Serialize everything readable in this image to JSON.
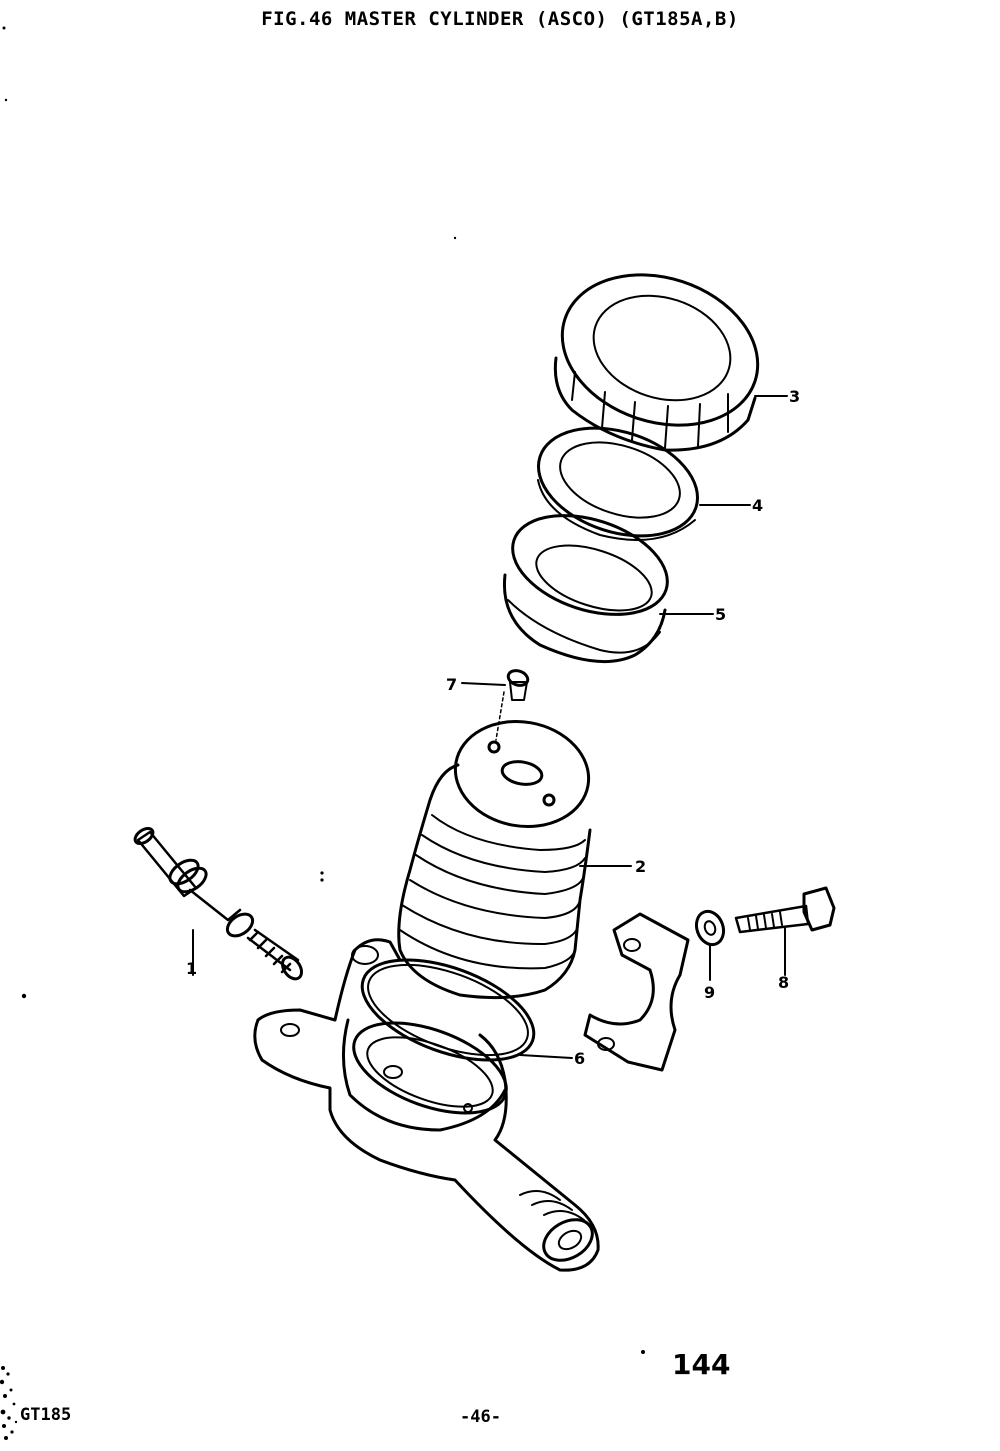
{
  "header": {
    "title": "FIG.46  MASTER CYLINDER (ASCO) (GT185A,B)"
  },
  "callouts": [
    {
      "id": "1",
      "label": "1"
    },
    {
      "id": "2",
      "label": "2"
    },
    {
      "id": "3",
      "label": "3"
    },
    {
      "id": "4",
      "label": "4"
    },
    {
      "id": "5",
      "label": "5"
    },
    {
      "id": "6",
      "label": "6"
    },
    {
      "id": "7",
      "label": "7"
    },
    {
      "id": "8",
      "label": "8"
    },
    {
      "id": "9",
      "label": "9"
    }
  ],
  "footer": {
    "model": "GT185",
    "page": "-46-",
    "sheet_number": "144"
  },
  "colors": {
    "ink": "#000000",
    "paper": "#ffffff"
  }
}
